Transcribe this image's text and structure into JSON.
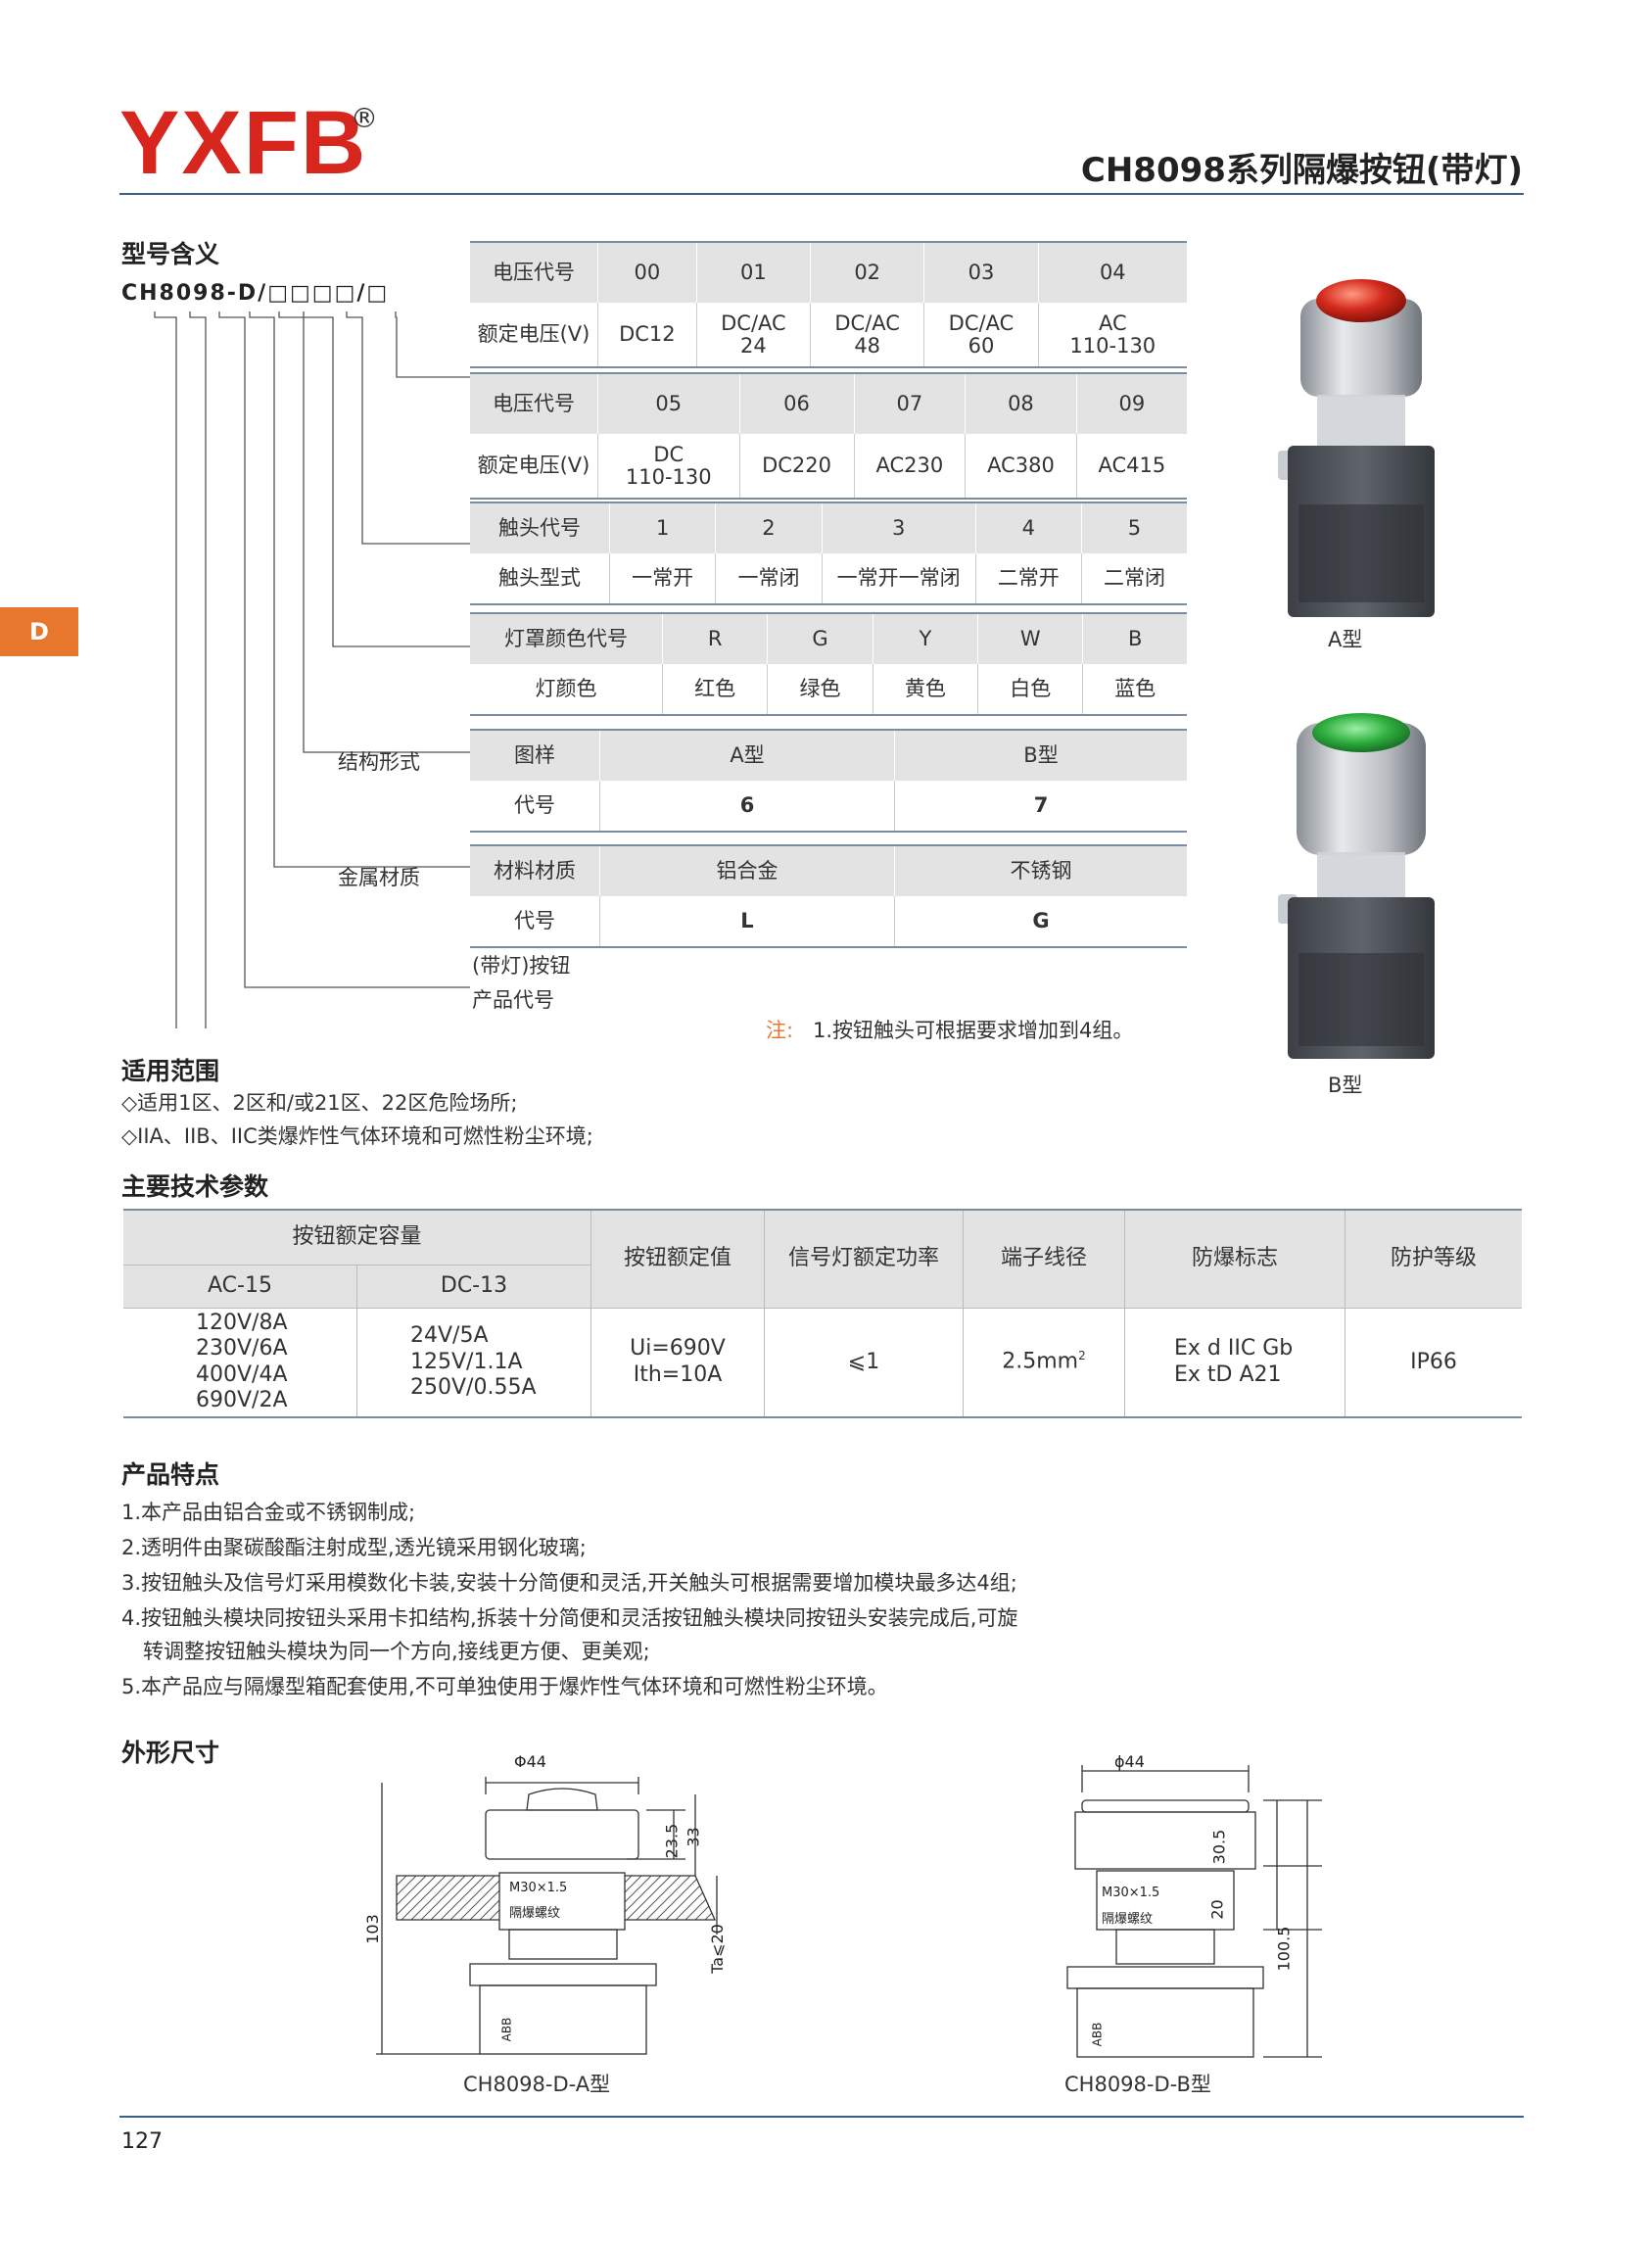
{
  "brand": {
    "logo": "YXFB",
    "reg_mark": "®"
  },
  "title": "CH8098系列隔爆按钮(带灯)",
  "side_tab": "D",
  "model_section": {
    "heading": "型号含义",
    "code": "CH8098-D/□□□□/□",
    "branch_labels": {
      "structure": "结构形式",
      "material": "金属材质",
      "lit_button": "(带灯)按钮",
      "product_code": "产品代号"
    },
    "voltage_table_1": {
      "header": [
        "电压代号",
        "00",
        "01",
        "02",
        "03",
        "04"
      ],
      "row_label": "额定电压(V)",
      "values": [
        [
          "DC12"
        ],
        [
          "DC/AC",
          "24"
        ],
        [
          "DC/AC",
          "48"
        ],
        [
          "DC/AC",
          "60"
        ],
        [
          "AC",
          "110-130"
        ]
      ]
    },
    "voltage_table_2": {
      "header": [
        "电压代号",
        "05",
        "06",
        "07",
        "08",
        "09"
      ],
      "row_label": "额定电压(V)",
      "values": [
        [
          "DC",
          "110-130"
        ],
        [
          "DC220"
        ],
        [
          "AC230"
        ],
        [
          "AC380"
        ],
        [
          "AC415"
        ]
      ]
    },
    "contact_table": {
      "header": [
        "触头代号",
        "1",
        "2",
        "3",
        "4",
        "5"
      ],
      "row": [
        "触头型式",
        "一常开",
        "一常闭",
        "一常开一常闭",
        "二常开",
        "二常闭"
      ]
    },
    "color_table": {
      "header": [
        "灯罩颜色代号",
        "R",
        "G",
        "Y",
        "W",
        "B"
      ],
      "row": [
        "灯颜色",
        "红色",
        "绿色",
        "黄色",
        "白色",
        "蓝色"
      ]
    },
    "structure_table": {
      "header": [
        "图样",
        "A型",
        "B型"
      ],
      "row": [
        "代号",
        "6",
        "7"
      ]
    },
    "material_table": {
      "header": [
        "材料材质",
        "铝合金",
        "不锈钢"
      ],
      "row": [
        "代号",
        "L",
        "G"
      ]
    },
    "note_label": "注:",
    "note": "1.按钮触头可根据要求增加到4组。"
  },
  "photos": {
    "a_label": "A型",
    "b_label": "B型",
    "red": "#d42a1c",
    "green": "#2fae3e"
  },
  "scope": {
    "heading": "适用范围",
    "lines": [
      "◇适用1区、2区和/或21区、22区危险场所;",
      "◇IIA、IIB、IIC类爆炸性气体环境和可燃性粉尘环境;"
    ]
  },
  "specs": {
    "heading": "主要技术参数",
    "capacity_header": "按钮额定容量",
    "ac_header": "AC-15",
    "dc_header": "DC-13",
    "headers": [
      "按钮额定值",
      "信号灯额定功率",
      "端子线径",
      "防爆标志",
      "防护等级"
    ],
    "ac_values": [
      "120V/8A",
      "230V/6A",
      "400V/4A",
      "690V/2A"
    ],
    "dc_values": [
      "24V/5A",
      "125V/1.1A",
      "250V/0.55A"
    ],
    "rating": [
      "Ui=690V",
      "Ith=10A"
    ],
    "lamp_power": "⩽1",
    "wire": "2.5mm",
    "wire_sup": "2",
    "ex_mark": [
      "Ex d IIC Gb",
      "Ex tD A21"
    ],
    "ip": "IP66"
  },
  "features": {
    "heading": "产品特点",
    "lines": [
      "1.本产品由铝合金或不锈钢制成;",
      "2.透明件由聚碳酸酯注射成型,透光镜采用钢化玻璃;",
      "3.按钮触头及信号灯采用模数化卡装,安装十分简便和灵活,开关触头可根据需要增加模块最多达4组;",
      "4.按钮触头模块同按钮头采用卡扣结构,拆装十分简便和灵活按钮触头模块同按钮头安装完成后,可旋",
      "转调整按钮触头模块为同一个方向,接线更方便、更美观;",
      "5.本产品应与隔爆型箱配套使用,不可单独使用于爆炸性气体环境和可燃性粉尘环境。"
    ]
  },
  "dimensions": {
    "heading": "外形尺寸",
    "a": {
      "caption": "CH8098-D-A型",
      "dia": "Φ44",
      "d1": "23.5",
      "d2": "33",
      "total": "103",
      "thread1": "M30×1.5",
      "thread2": "隔爆螺纹",
      "ta": "Ta⩽20",
      "abb": "ABB"
    },
    "b": {
      "caption": "CH8098-D-B型",
      "dia": "ϕ44",
      "d1": "30.5",
      "d2": "20",
      "total": "100.5",
      "thread1": "M30×1.5",
      "thread2": "隔爆螺纹",
      "abb": "ABB"
    }
  },
  "page_number": "127"
}
